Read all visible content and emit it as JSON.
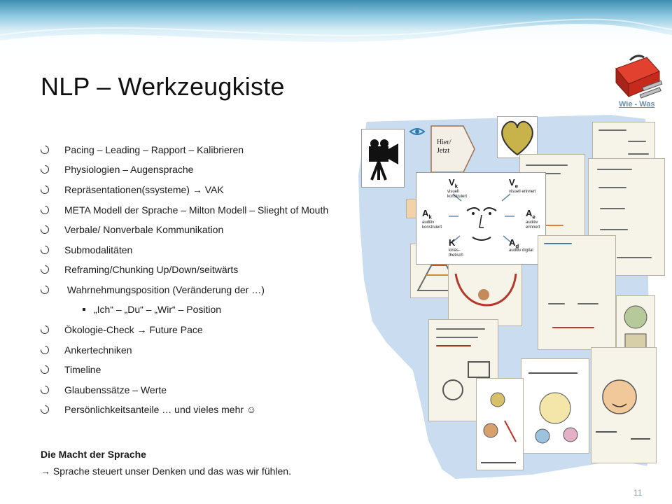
{
  "slide": {
    "title": "NLP – Werkzeugkiste",
    "page_number": "11"
  },
  "toolbox_link": "Wie - Was",
  "bullets": [
    "Pacing – Leading – Rapport – Kalibrieren",
    "Physiologien – Augensprache",
    "Repräsentationen(ssysteme) → VAK",
    "META Modell der Sprache – Milton Modell – Slieght of Mouth",
    "Verbale/ Nonverbale Kommunikation",
    "Submodalitäten",
    "Reframing/Chunking Up/Down/seitwärts",
    " Wahrnehmungsposition (Veränderung der …)",
    "„Ich“ – „Du“ – „Wir“  – Position",
    "Ökologie-Check → Future Pace",
    "Ankertechniken",
    "Timeline",
    "Glaubenssätze – Werte",
    "Persönlichkeitsanteile … und vieles mehr ☺"
  ],
  "bold_heading": "Die Macht der Sprache",
  "note": "→ Sprache steuert unser Denken und das was wir fühlen.",
  "diagram": {
    "hier_jetzt": "Hier/ Jetzt",
    "vk": "V",
    "vk_sub": "k",
    "vk_text": "visuell konstruiert",
    "ve": "V",
    "ve_sub": "e",
    "ve_text": "visuell erinnert",
    "ak": "A",
    "ak_sub": "k",
    "ak_text": "auditiv konstruiert",
    "ae": "A",
    "ae_sub": "e",
    "ae_text": "auditiv erinnert",
    "k": "K",
    "k_text": "kinäs- thetisch",
    "ad": "A",
    "ad_sub": "d",
    "ad_text": "auditiv digital"
  },
  "colors": {
    "blob": "#c9dcf0",
    "blob_border": "#ffffff",
    "toolbox_red": "#c62a1c",
    "heart": "#c8b24a"
  }
}
